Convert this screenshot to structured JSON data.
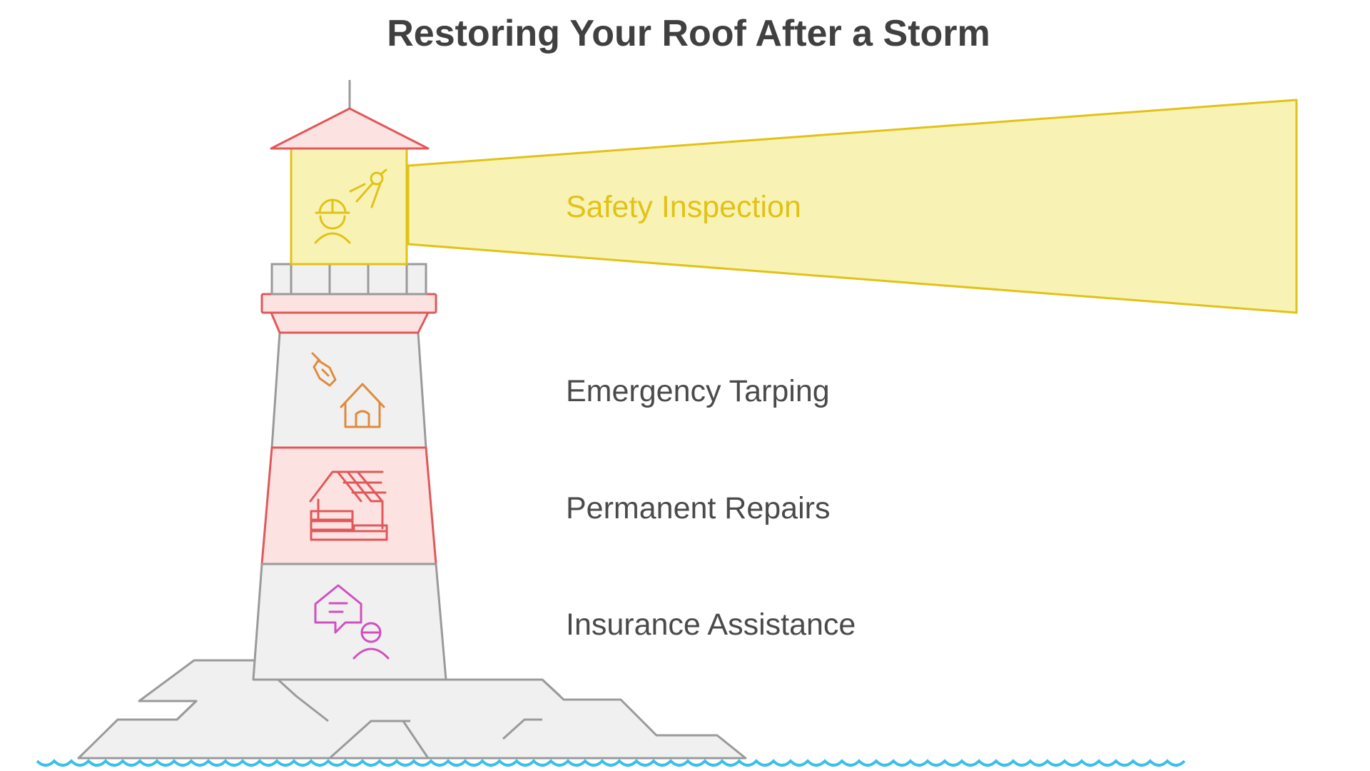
{
  "title": "Restoring Your Roof After a Storm",
  "steps": [
    {
      "label": "Safety Inspection",
      "icon": "worker-hardhat-caliper-icon",
      "color": "#e1c218"
    },
    {
      "label": "Emergency Tarping",
      "icon": "house-tarp-icon",
      "color": "#e08a3c"
    },
    {
      "label": "Permanent Repairs",
      "icon": "house-repair-icon",
      "color": "#e0585a"
    },
    {
      "label": "Insurance Assistance",
      "icon": "agent-speech-bubble-icon",
      "color": "#d04fc0"
    }
  ],
  "colors": {
    "beam_fill": "#f8f3b4",
    "beam_stroke": "#e1c218",
    "red_stroke": "#e0585a",
    "red_fill": "#fde2e2",
    "tower_fill": "#f0f0f0",
    "tower_stroke": "#9a9a9a",
    "water": "#3cbfe8"
  }
}
